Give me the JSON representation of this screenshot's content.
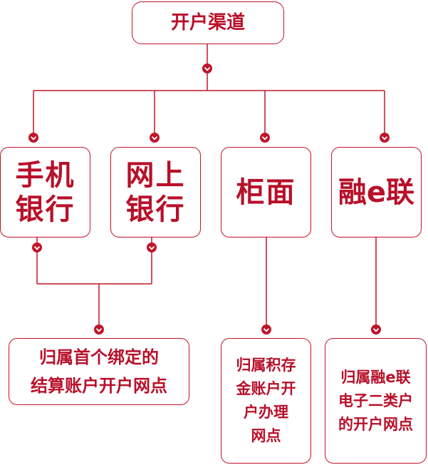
{
  "root": {
    "label": "开户渠道"
  },
  "channels": [
    {
      "line1": "手机",
      "line2": "银行"
    },
    {
      "line1": "网上",
      "line2": "银行"
    },
    {
      "label": "柜面"
    },
    {
      "label": "融e联"
    }
  ],
  "results": [
    {
      "line1": "归属首个绑定的",
      "line2": "结算账户开户网点"
    },
    {
      "line1": "归属积存",
      "line2": "金账户开",
      "line3": "户办理",
      "line4": "网点"
    },
    {
      "line1": "归属融e联",
      "line2": "电子二类户",
      "line3": "的开户网点"
    }
  ],
  "colors": {
    "accent": "#c0152a",
    "text": "#b8102a"
  }
}
